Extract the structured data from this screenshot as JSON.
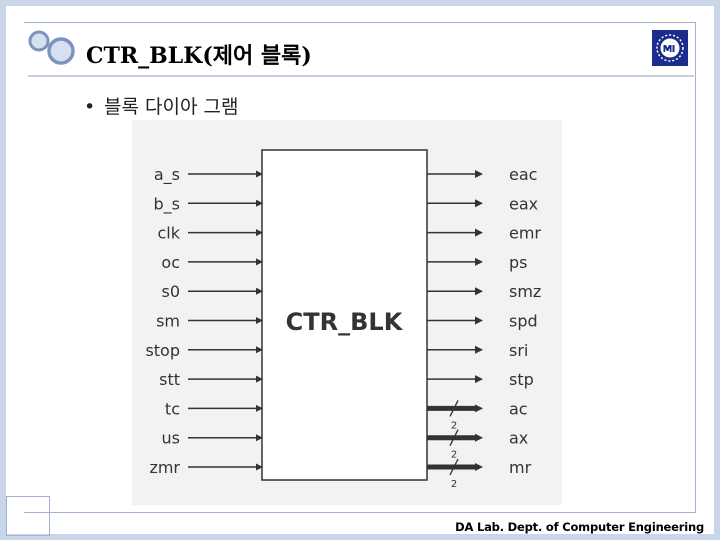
{
  "slide": {
    "title": "CTR_BLK(제어 블록)",
    "bullet": "블록 다이아 그램",
    "footer": "DA Lab. Dept. of Computer Engineering",
    "logo_icon": "university-seal-icon"
  },
  "block": {
    "name": "CTR_BLK",
    "inputs": [
      "a_s",
      "b_s",
      "clk",
      "oc",
      "s0",
      "sm",
      "stop",
      "stt",
      "tc",
      "us",
      "zmr"
    ],
    "outputs": [
      {
        "label": "eac",
        "bus_width": null
      },
      {
        "label": "eax",
        "bus_width": null
      },
      {
        "label": "emr",
        "bus_width": null
      },
      {
        "label": "ps",
        "bus_width": null
      },
      {
        "label": "smz",
        "bus_width": null
      },
      {
        "label": "spd",
        "bus_width": null
      },
      {
        "label": "sri",
        "bus_width": null
      },
      {
        "label": "stp",
        "bus_width": null
      },
      {
        "label": "ac",
        "bus_width": "2"
      },
      {
        "label": "ax",
        "bus_width": "2"
      },
      {
        "label": "mr",
        "bus_width": "2"
      }
    ]
  },
  "colors": {
    "frame": "#c9d6ea",
    "line": "#9fb2d4",
    "logo_bg": "#1c2c8c"
  }
}
